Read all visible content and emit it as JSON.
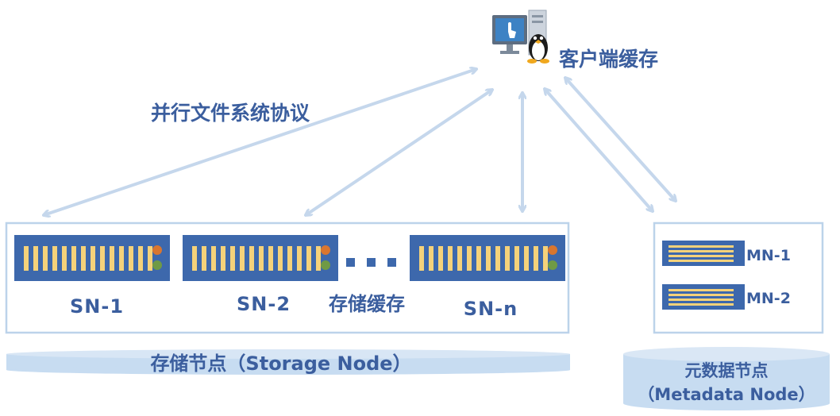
{
  "client": {
    "label": "客户端缓存",
    "icon": "computer-with-linux-penguin-icon"
  },
  "protocol": {
    "label": "并行文件系统协议"
  },
  "storage": {
    "nodes": [
      "SN-1",
      "SN-2",
      "SN-n"
    ],
    "ellipsis": "■ ■ ■",
    "cache_label": "存储缓存",
    "base_label": "存储节点（Storage Node）"
  },
  "metadata": {
    "nodes": [
      "MN-1",
      "MN-2"
    ],
    "base_label_line1": "元数据节点",
    "base_label_line2": "（Metadata Node）"
  },
  "colors": {
    "text": "#3b5e9e",
    "server": "#3d68ac",
    "slot": "#f5d27a",
    "led_orange": "#d9762f",
    "led_green": "#6f9a45",
    "arrow": "#c5d7ec",
    "box_border": "#bcd3ea",
    "disk": "#c7dcf1"
  }
}
